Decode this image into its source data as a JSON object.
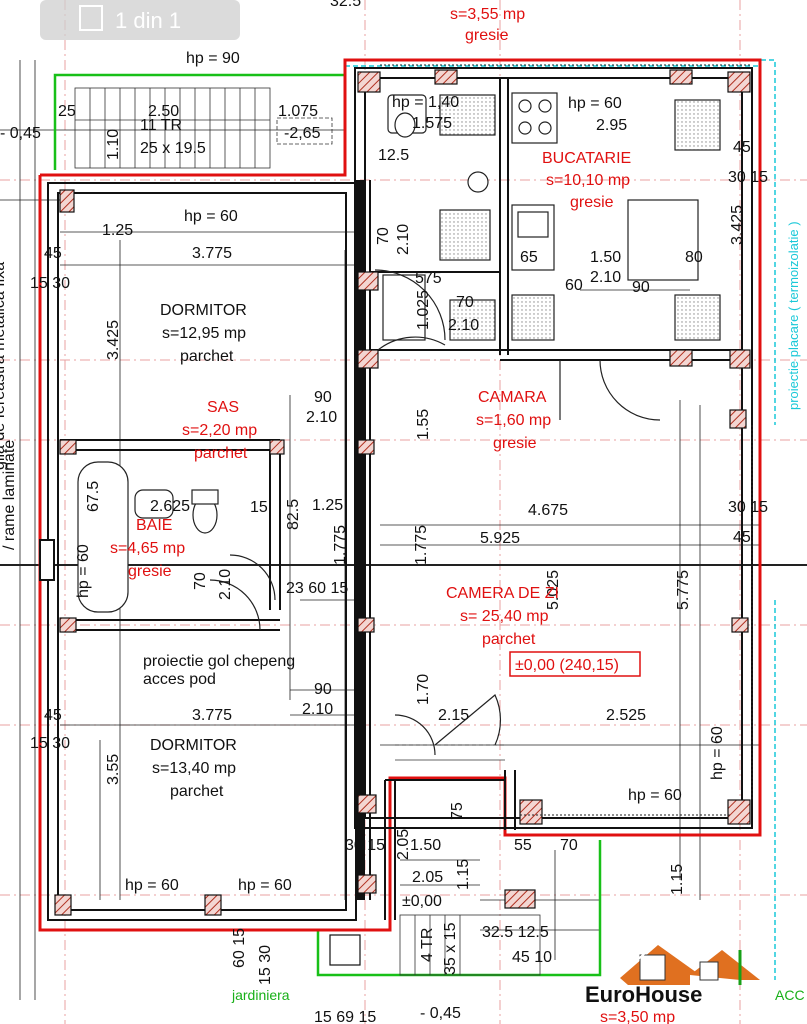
{
  "pager": {
    "text": "1 din 1"
  },
  "top": {
    "area": "s=3,55 mp",
    "floor": "gresie",
    "dim_partial": "32.5"
  },
  "stairs": {
    "name": "11 TR",
    "size": "25 x 19.5",
    "hp": "hp = 90",
    "d250": "2.50",
    "d1075": "1.075",
    "d110": "1.10",
    "level": "-2,65",
    "d25": "25",
    "lvl": "- 0,45"
  },
  "rooms": [
    {
      "id": "bucatarie",
      "name": "BUCATARIE",
      "area": "s=10,10 mp",
      "floor": "gresie",
      "color": "red"
    },
    {
      "id": "dormitor1",
      "name": "DORMITOR",
      "area": "s=12,95 mp",
      "floor": "parchet",
      "color": "black"
    },
    {
      "id": "sas",
      "name": "SAS",
      "area": "s=2,20 mp",
      "floor": "parchet",
      "color": "red"
    },
    {
      "id": "camara",
      "name": "CAMARA",
      "area": "s=1,60 mp",
      "floor": "gresie",
      "color": "red"
    },
    {
      "id": "baie",
      "name": "BAIE",
      "area": "s=4,65 mp",
      "floor": "gresie",
      "color": "red"
    },
    {
      "id": "camera_zi",
      "name": "CAMERA DE ZI",
      "area": "s= 25,40 mp",
      "floor": "parchet",
      "color": "red"
    },
    {
      "id": "dormitor2",
      "name": "DORMITOR",
      "area": "s=13,40 mp",
      "floor": "parchet",
      "color": "black"
    }
  ],
  "level_box": "±0,00 (240,15)",
  "notes": {
    "pod1": "proiectie gol chepeng",
    "pod2": "acces pod",
    "left1": "/ rame laminate",
    "left2": "gila de fereastra metalica fixa",
    "right": "proiectie placare ( termoizolatie )",
    "jardiniera": "jardiniera",
    "entry_level": "±0,00",
    "entry_stairs": "4 TR",
    "entry_size": "35 x 15",
    "bottom_level": "- 0,45",
    "bottom_area": "s=3,50 mp",
    "bottom_dims": "15  69 15"
  },
  "dims": {
    "hp60": "hp = 60",
    "hp140": "hp = 1,40",
    "d1575": "1.575",
    "d125a": "12.5",
    "d15": "15",
    "d295": "2.95",
    "d45": "45",
    "d3015": "30 15",
    "d3775": "3.775",
    "d125": "1.25",
    "d3425": "3.425",
    "d1530": "15 30",
    "d70": "70",
    "d210": "2.10",
    "d575": "575",
    "d1025": "1.025",
    "d65": "65",
    "d150": "1.50",
    "d80": "80",
    "d60": "60",
    "d90": "90",
    "d155": "1.55",
    "d2625": "2.625",
    "d825": "82.5",
    "d1775": "1.775",
    "d4675": "4.675",
    "d5925": "5.925",
    "d5025": "5.025",
    "d5775": "5.775",
    "d2360": "23 60 15",
    "d170": "1.70",
    "d215": "2.15",
    "d2525": "2.525",
    "d355": "3.55",
    "d205": "2.05",
    "d115": "1.15",
    "d75": "75",
    "d55": "55",
    "d325": "32.5 12.5",
    "d4510": "45 10",
    "d675": "67.5",
    "d25": "25",
    "d6015": "60 15",
    "d1530b": "15 30"
  },
  "logo": {
    "name": "EuroHouse",
    "suffix": "ACC"
  },
  "colors": {
    "wall": "#111111",
    "outline": "#e01010",
    "green": "#18c018",
    "cyan": "#19c8d8",
    "hatch": "#c0392b"
  }
}
